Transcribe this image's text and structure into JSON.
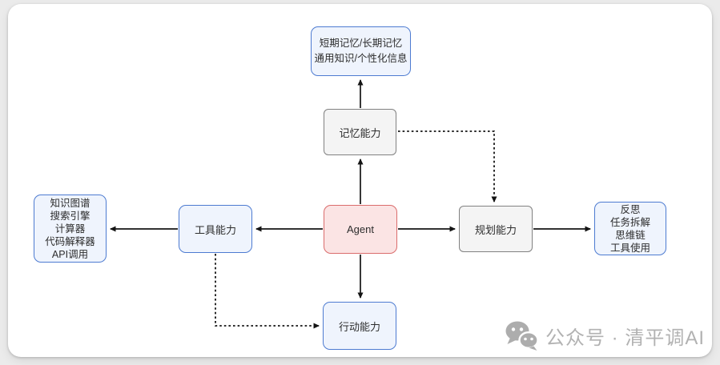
{
  "diagram": {
    "agent": {
      "label": "Agent"
    },
    "memory": {
      "label": "记忆能力"
    },
    "memory_detail": {
      "lines": [
        "短期记忆/长期记忆",
        "通用知识/个性化信息"
      ]
    },
    "tools": {
      "label": "工具能力"
    },
    "tools_detail": {
      "lines": [
        "知识图谱",
        "搜索引擎",
        "计算器",
        "代码解释器",
        "API调用"
      ]
    },
    "planning": {
      "label": "规划能力"
    },
    "planning_detail": {
      "lines": [
        "反思",
        "任务拆解",
        "思维链",
        "工具使用"
      ]
    },
    "action": {
      "label": "行动能力"
    },
    "colors": {
      "blue_border": "#4d7bd1",
      "blue_fill": "#eff4fd",
      "gray_border": "#818181",
      "gray_fill": "#f4f4f4",
      "red_border": "#da6c6c",
      "red_fill": "#fbe4e4",
      "arrow": "#141414",
      "watermark": "#b2b2b2"
    }
  },
  "watermark": {
    "text": "公众号 · 清平调AI",
    "icon": "wechat-icon"
  }
}
